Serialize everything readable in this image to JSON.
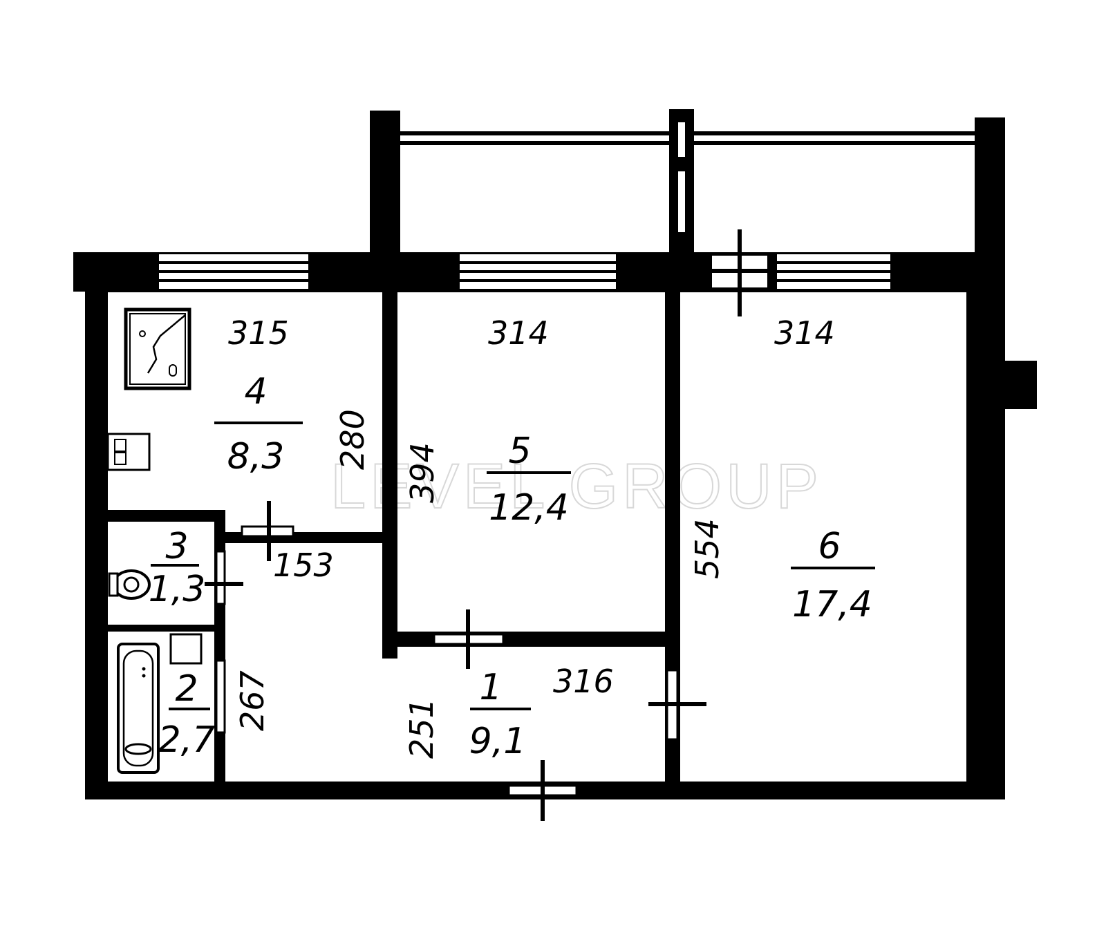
{
  "watermark": "LEVEL GROUP",
  "rooms": [
    {
      "number": "1",
      "area": "9,1"
    },
    {
      "number": "2",
      "area": "2,7"
    },
    {
      "number": "3",
      "area": "1,3"
    },
    {
      "number": "4",
      "area": "8,3"
    },
    {
      "number": "5",
      "area": "12,4"
    },
    {
      "number": "6",
      "area": "17,4"
    }
  ],
  "dimensions": {
    "kitchen_width": "315",
    "kitchen_depth": "280",
    "bedroom_width": "314",
    "bedroom_depth": "394",
    "living_width": "314",
    "living_depth": "554",
    "passage_width": "153",
    "bath_depth": "267",
    "hall_depth": "251",
    "hall_width": "316"
  }
}
